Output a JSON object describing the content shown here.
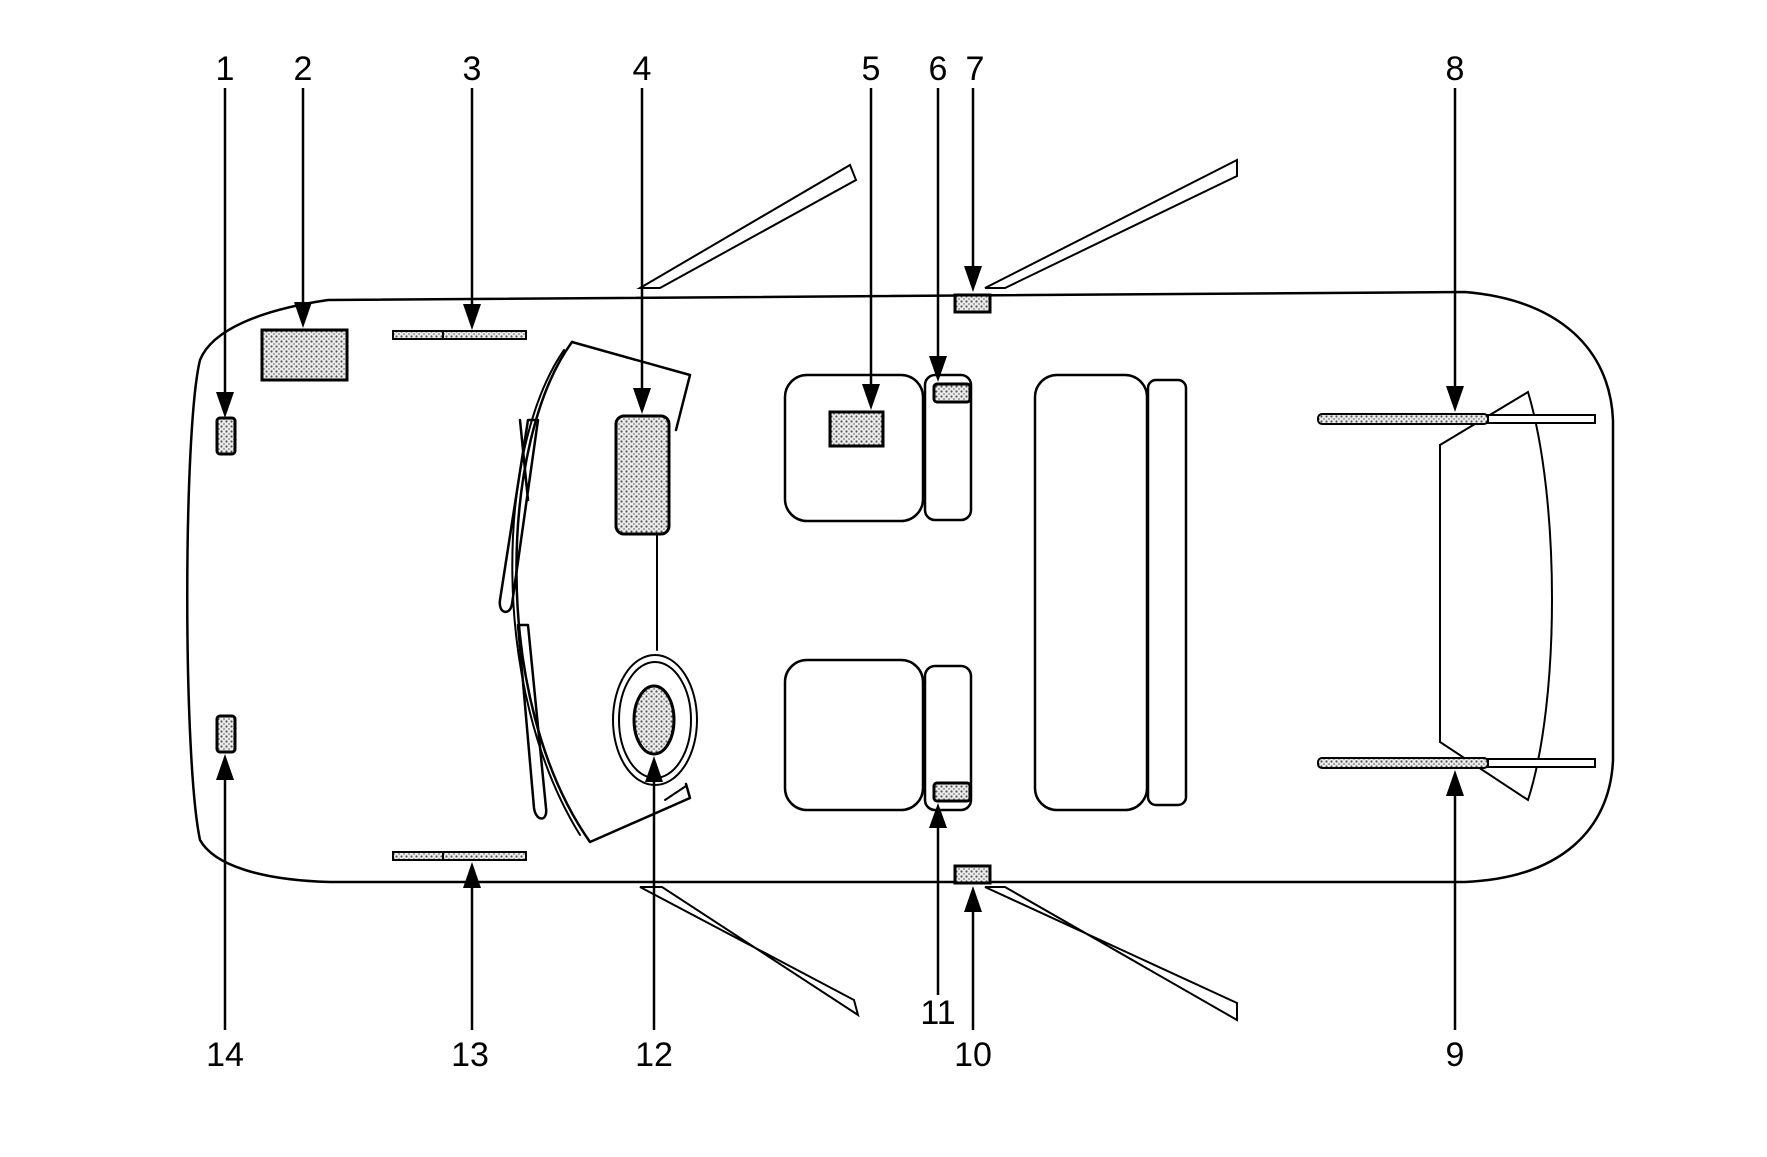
{
  "colors": {
    "line": "#000000",
    "component_fill": "#d8d8d8",
    "background": "#ffffff"
  },
  "callouts": [
    {
      "id": "1",
      "label": "1"
    },
    {
      "id": "2",
      "label": "2"
    },
    {
      "id": "3",
      "label": "3"
    },
    {
      "id": "4",
      "label": "4"
    },
    {
      "id": "5",
      "label": "5"
    },
    {
      "id": "6",
      "label": "6"
    },
    {
      "id": "7",
      "label": "7"
    },
    {
      "id": "8",
      "label": "8"
    },
    {
      "id": "9",
      "label": "9"
    },
    {
      "id": "10",
      "label": "10"
    },
    {
      "id": "11",
      "label": "11"
    },
    {
      "id": "12",
      "label": "12"
    },
    {
      "id": "13",
      "label": "13"
    },
    {
      "id": "14",
      "label": "14"
    }
  ]
}
